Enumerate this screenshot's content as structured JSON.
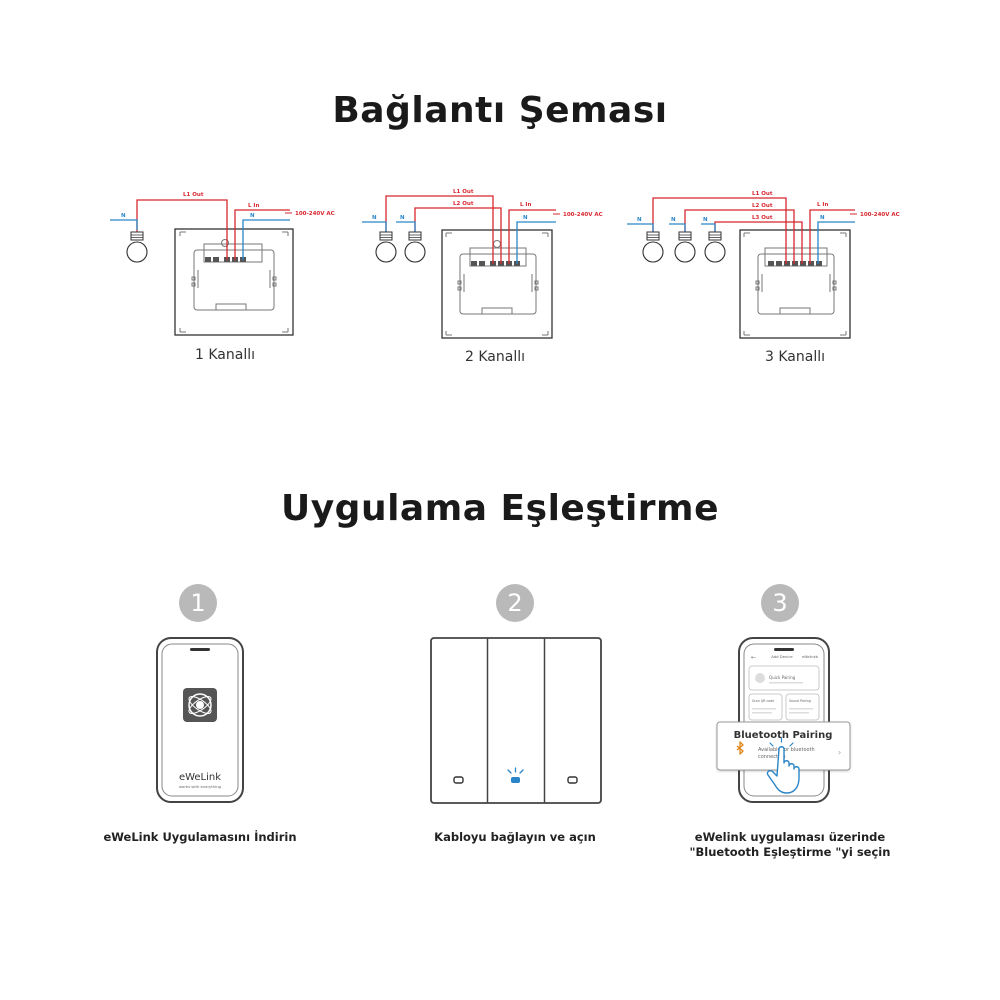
{
  "sections": {
    "wiring_title": "Bağlantı Şeması",
    "pairing_title": "Uygulama Eşleştirme"
  },
  "wiring": {
    "voltage": "100-240V AC",
    "neutral": "N",
    "line_in": "L In",
    "outputs": [
      "L1 Out",
      "L2 Out",
      "L3 Out"
    ],
    "captions": [
      "1 Kanallı",
      "2 Kanallı",
      "3 Kanallı"
    ],
    "colors": {
      "line": "#d7282f",
      "neutral": "#2a86c8"
    }
  },
  "steps": [
    {
      "number": "1",
      "text": "eWeLink Uygulamasını İndirin"
    },
    {
      "number": "2",
      "text": "Kabloyu bağlayın ve açın"
    },
    {
      "number": "3",
      "text_line1": "eWelink uygulaması üzerinde",
      "text_line2": "\"Bluetooth Eşleştirme \"yi seçin"
    }
  ],
  "phone1": {
    "app_name": "eWeLink",
    "tagline": "works with everything"
  },
  "phone3": {
    "header": "Add Device",
    "header_right": "eWelinkb",
    "quick_pairing": "Quick Pairing",
    "card_left": "Scan QR code",
    "card_right": "Sound Pairing",
    "popup_title": "Bluetooth Pairing",
    "popup_sub_line1": "Available for bluetooth",
    "popup_sub_line2": "connection"
  }
}
